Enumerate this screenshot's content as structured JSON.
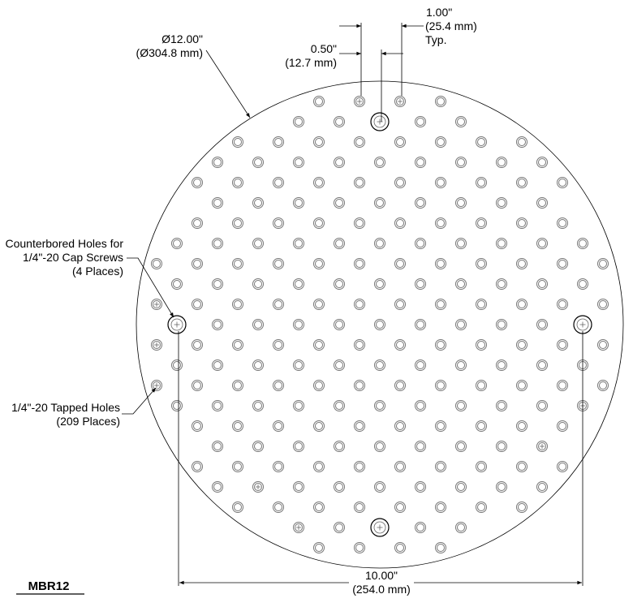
{
  "part_number": "MBR12",
  "diameter": {
    "inch": "Ø12.00\"",
    "mm": "(Ø304.8 mm)"
  },
  "pitch_half": {
    "inch": "0.50\"",
    "mm": "(12.7 mm)"
  },
  "pitch_full": {
    "inch": "1.00\"",
    "mm": "(25.4 mm)",
    "note": "Typ."
  },
  "counterbore_label": {
    "line1": "Counterbored Holes for",
    "line2": "1/4\"-20 Cap Screws",
    "line3": "(4 Places)"
  },
  "tapped_label": {
    "line1": "1/4\"-20 Tapped Holes",
    "line2": "(209 Places)"
  },
  "span": {
    "inch": "10.00\"",
    "mm": "(254.0 mm)"
  }
}
